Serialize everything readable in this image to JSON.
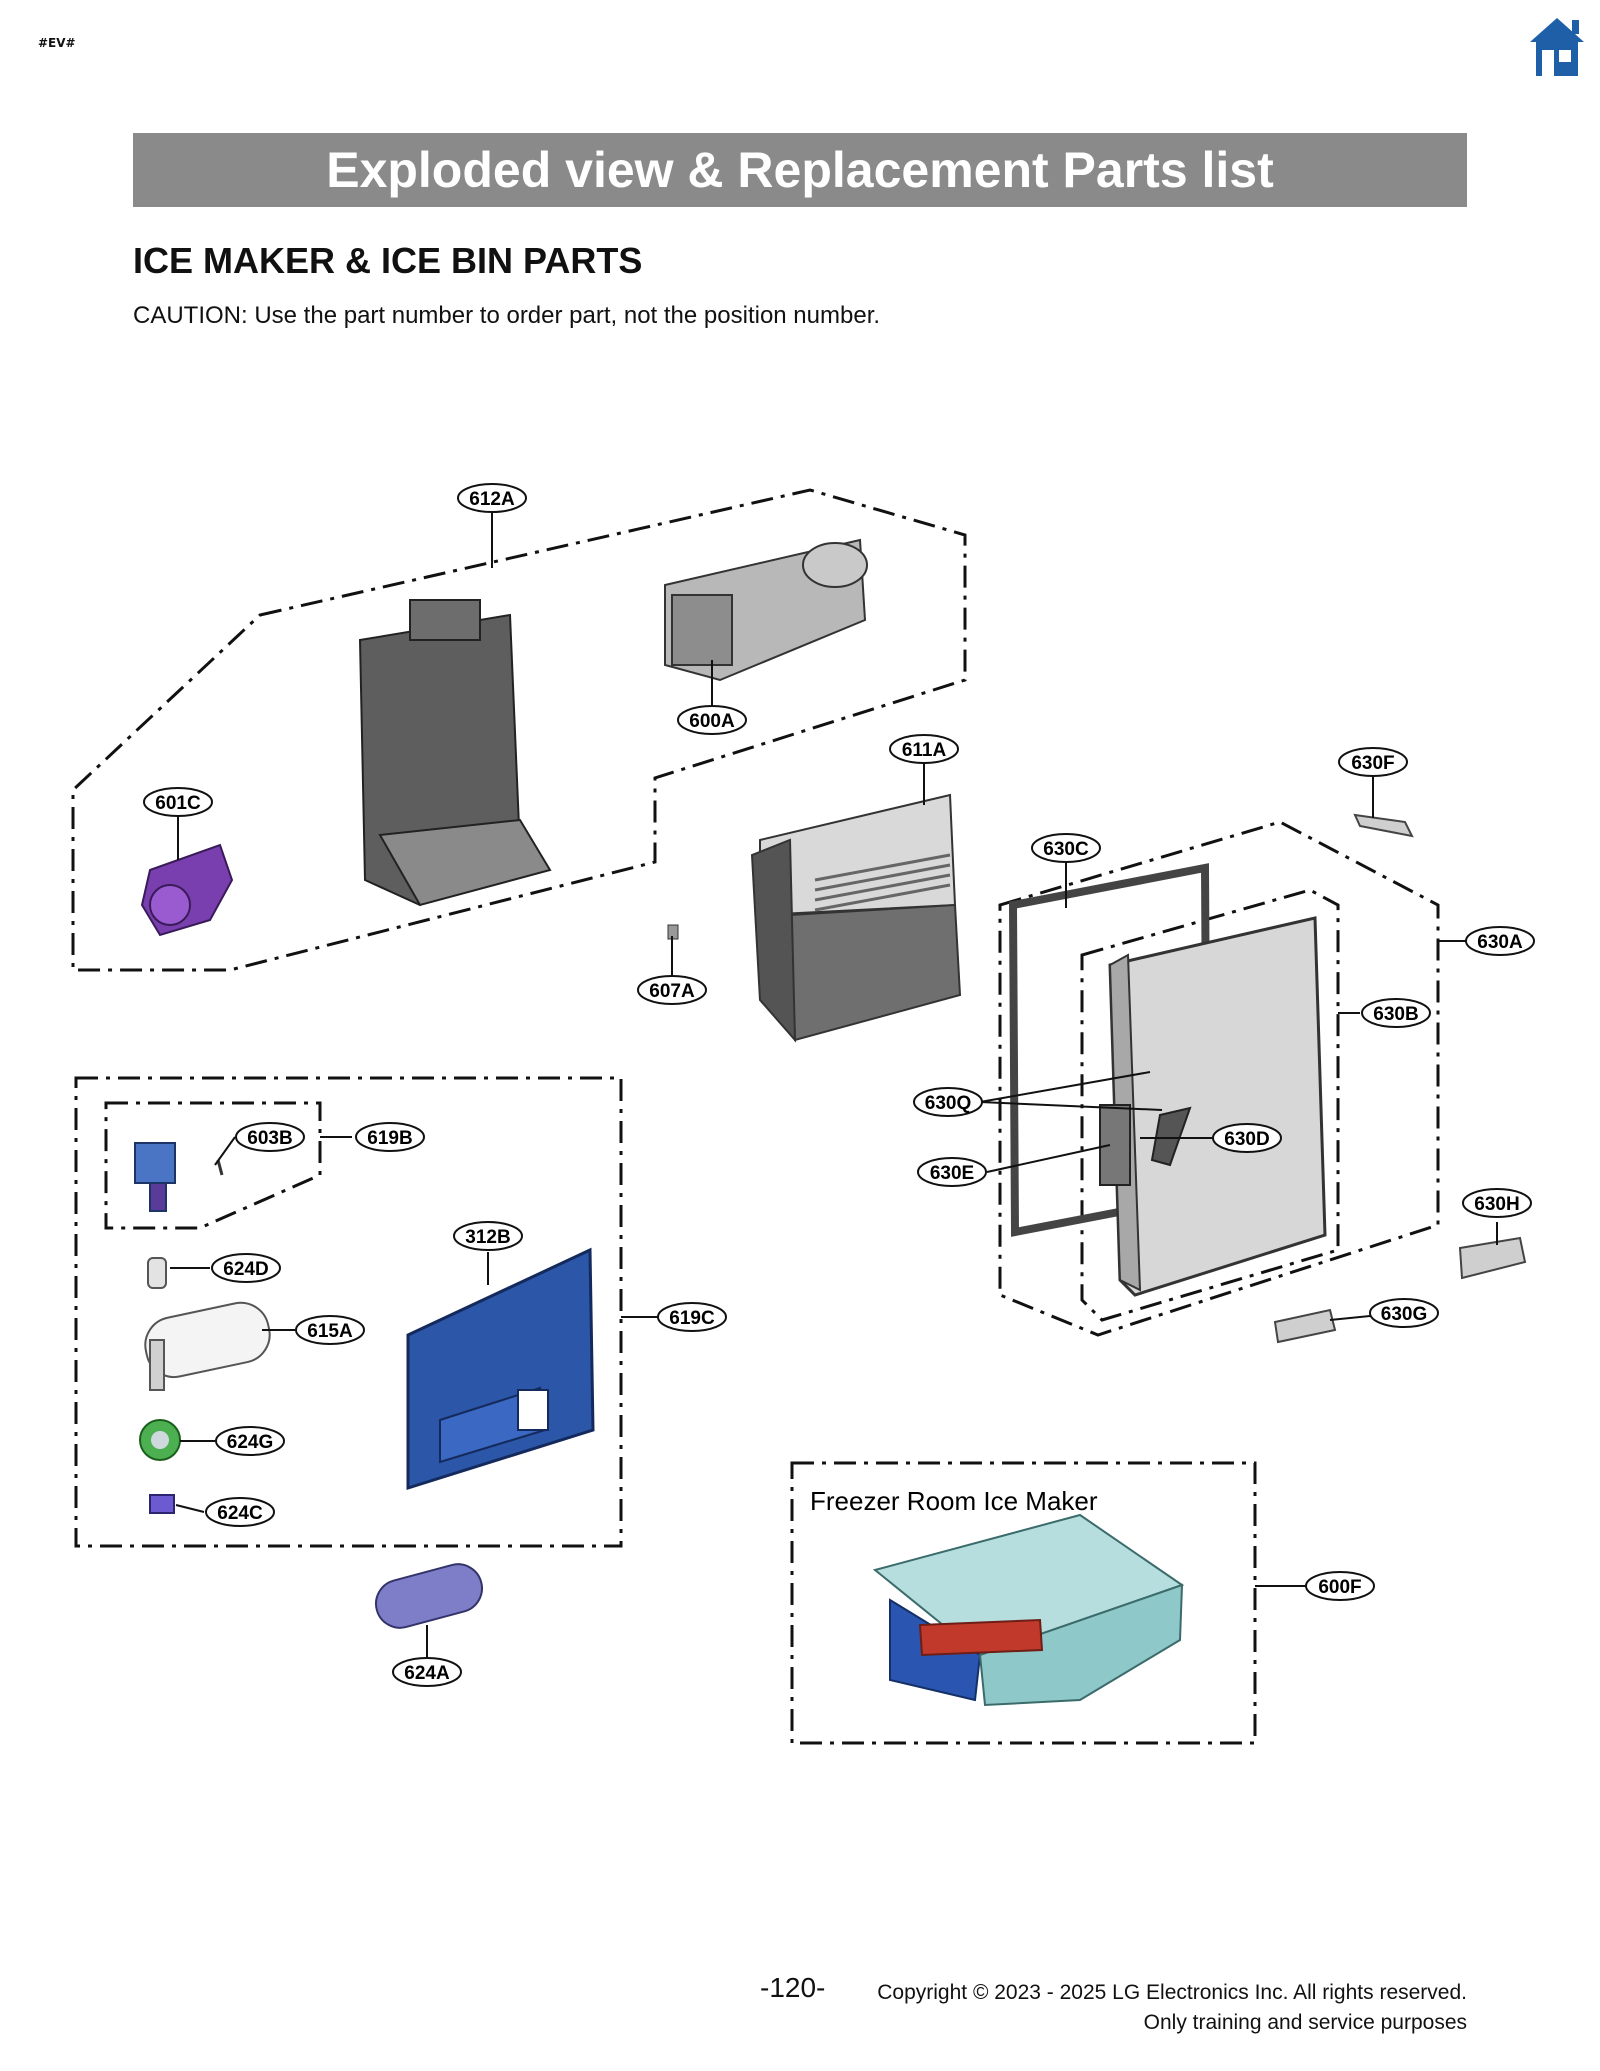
{
  "header": {
    "tag": "#EV#",
    "home_icon": "home-icon",
    "accent_color": "#1e5fa8"
  },
  "banner": {
    "title": "Exploded view & Replacement Parts list",
    "color": "#8a8a8a"
  },
  "section": {
    "title": "ICE MAKER & ICE BIN PARTS",
    "caution": "CAUTION: Use the part number to order part, not the position number."
  },
  "diagram": {
    "callouts": [
      "612A",
      "600A",
      "601C",
      "611A",
      "630F",
      "630C",
      "630A",
      "607A",
      "630B",
      "630Q",
      "630D",
      "603B",
      "619B",
      "630E",
      "630H",
      "312B",
      "624D",
      "619C",
      "630G",
      "615A",
      "624G",
      "624C",
      "600F",
      "624A"
    ],
    "freezer_box_label": "Freezer Room Ice Maker"
  },
  "footer": {
    "page_number": "-120-",
    "copyright": "Copyright © 2023 - 2025 LG Electronics Inc. All rights reserved.",
    "note": "Only training and service purposes"
  }
}
